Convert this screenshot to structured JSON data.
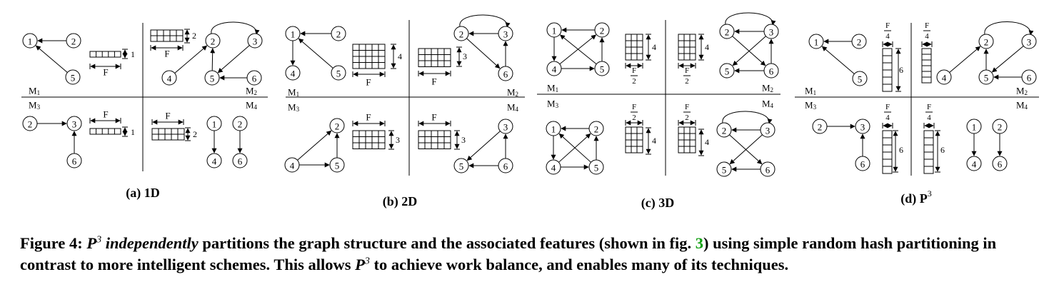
{
  "panels": [
    {
      "label": "(a) 1D",
      "quadrant_labels": [
        "M1",
        "M2",
        "M3",
        "M4"
      ],
      "quadrants": [
        {
          "nodes": [
            "1",
            "2",
            "5"
          ],
          "feature_dim": "F",
          "feature_rows": "1"
        },
        {
          "nodes": [
            "2",
            "3",
            "4",
            "5",
            "6"
          ],
          "feature_dim": "F",
          "feature_rows": "2"
        },
        {
          "nodes": [
            "2",
            "3",
            "6"
          ],
          "feature_dim": "F",
          "feature_rows": "1"
        },
        {
          "nodes": [
            "1",
            "2",
            "4",
            "6"
          ],
          "feature_dim": "F",
          "feature_rows": "2"
        }
      ]
    },
    {
      "label": "(b) 2D",
      "quadrant_labels": [
        "M1",
        "M2",
        "M3",
        "M4"
      ],
      "quadrants": [
        {
          "nodes": [
            "1",
            "2",
            "4",
            "5"
          ],
          "feature_dim": "F",
          "feature_rows": "4"
        },
        {
          "nodes": [
            "2",
            "3",
            "6"
          ],
          "feature_dim": "F",
          "feature_rows": "3"
        },
        {
          "nodes": [
            "2",
            "4",
            "5"
          ],
          "feature_dim": "F",
          "feature_rows": "3"
        },
        {
          "nodes": [
            "3",
            "5",
            "6"
          ],
          "feature_dim": "F",
          "feature_rows": "3"
        }
      ]
    },
    {
      "label": "(c) 3D",
      "quadrant_labels": [
        "M1",
        "M2",
        "M3",
        "M4"
      ],
      "quadrants": [
        {
          "nodes": [
            "1",
            "2",
            "4",
            "5"
          ],
          "feature_dim_num": "F",
          "feature_dim_den": "2",
          "feature_rows": "4"
        },
        {
          "nodes": [
            "2",
            "3",
            "5",
            "6"
          ],
          "feature_dim_num": "F",
          "feature_dim_den": "2",
          "feature_rows": "4"
        },
        {
          "nodes": [
            "1",
            "2",
            "4",
            "5"
          ],
          "feature_dim_num": "F",
          "feature_dim_den": "2",
          "feature_rows": "4"
        },
        {
          "nodes": [
            "2",
            "3",
            "5",
            "6"
          ],
          "feature_dim_num": "F",
          "feature_dim_den": "2",
          "feature_rows": "4"
        }
      ]
    },
    {
      "label": "(d) P",
      "label_sup": "3",
      "quadrant_labels": [
        "M1",
        "M2",
        "M3",
        "M4"
      ],
      "quadrants": [
        {
          "nodes": [
            "1",
            "2",
            "5"
          ],
          "feature_dim_num": "F",
          "feature_dim_den": "4",
          "feature_rows": "6"
        },
        {
          "nodes": [
            "2",
            "3",
            "4",
            "5",
            "6"
          ],
          "feature_dim_num": "F",
          "feature_dim_den": "4",
          "feature_rows": "6"
        },
        {
          "nodes": [
            "2",
            "3",
            "6"
          ],
          "feature_dim_num": "F",
          "feature_dim_den": "4",
          "feature_rows": "6"
        },
        {
          "nodes": [
            "1",
            "2",
            "4",
            "6"
          ],
          "feature_dim_num": "F",
          "feature_dim_den": "4",
          "feature_rows": "6"
        }
      ]
    }
  ],
  "caption": {
    "prefix": "Figure 4: ",
    "p": "P",
    "sup": "3",
    "emph": "independently",
    "text1": " partitions the graph structure and the associated features (shown in fig. ",
    "ref": "3",
    "text2": ") using simple random hash partitioning in contrast to more intelligent schemes. This allows ",
    "text3": " to achieve work balance, and enables many of its techniques."
  }
}
